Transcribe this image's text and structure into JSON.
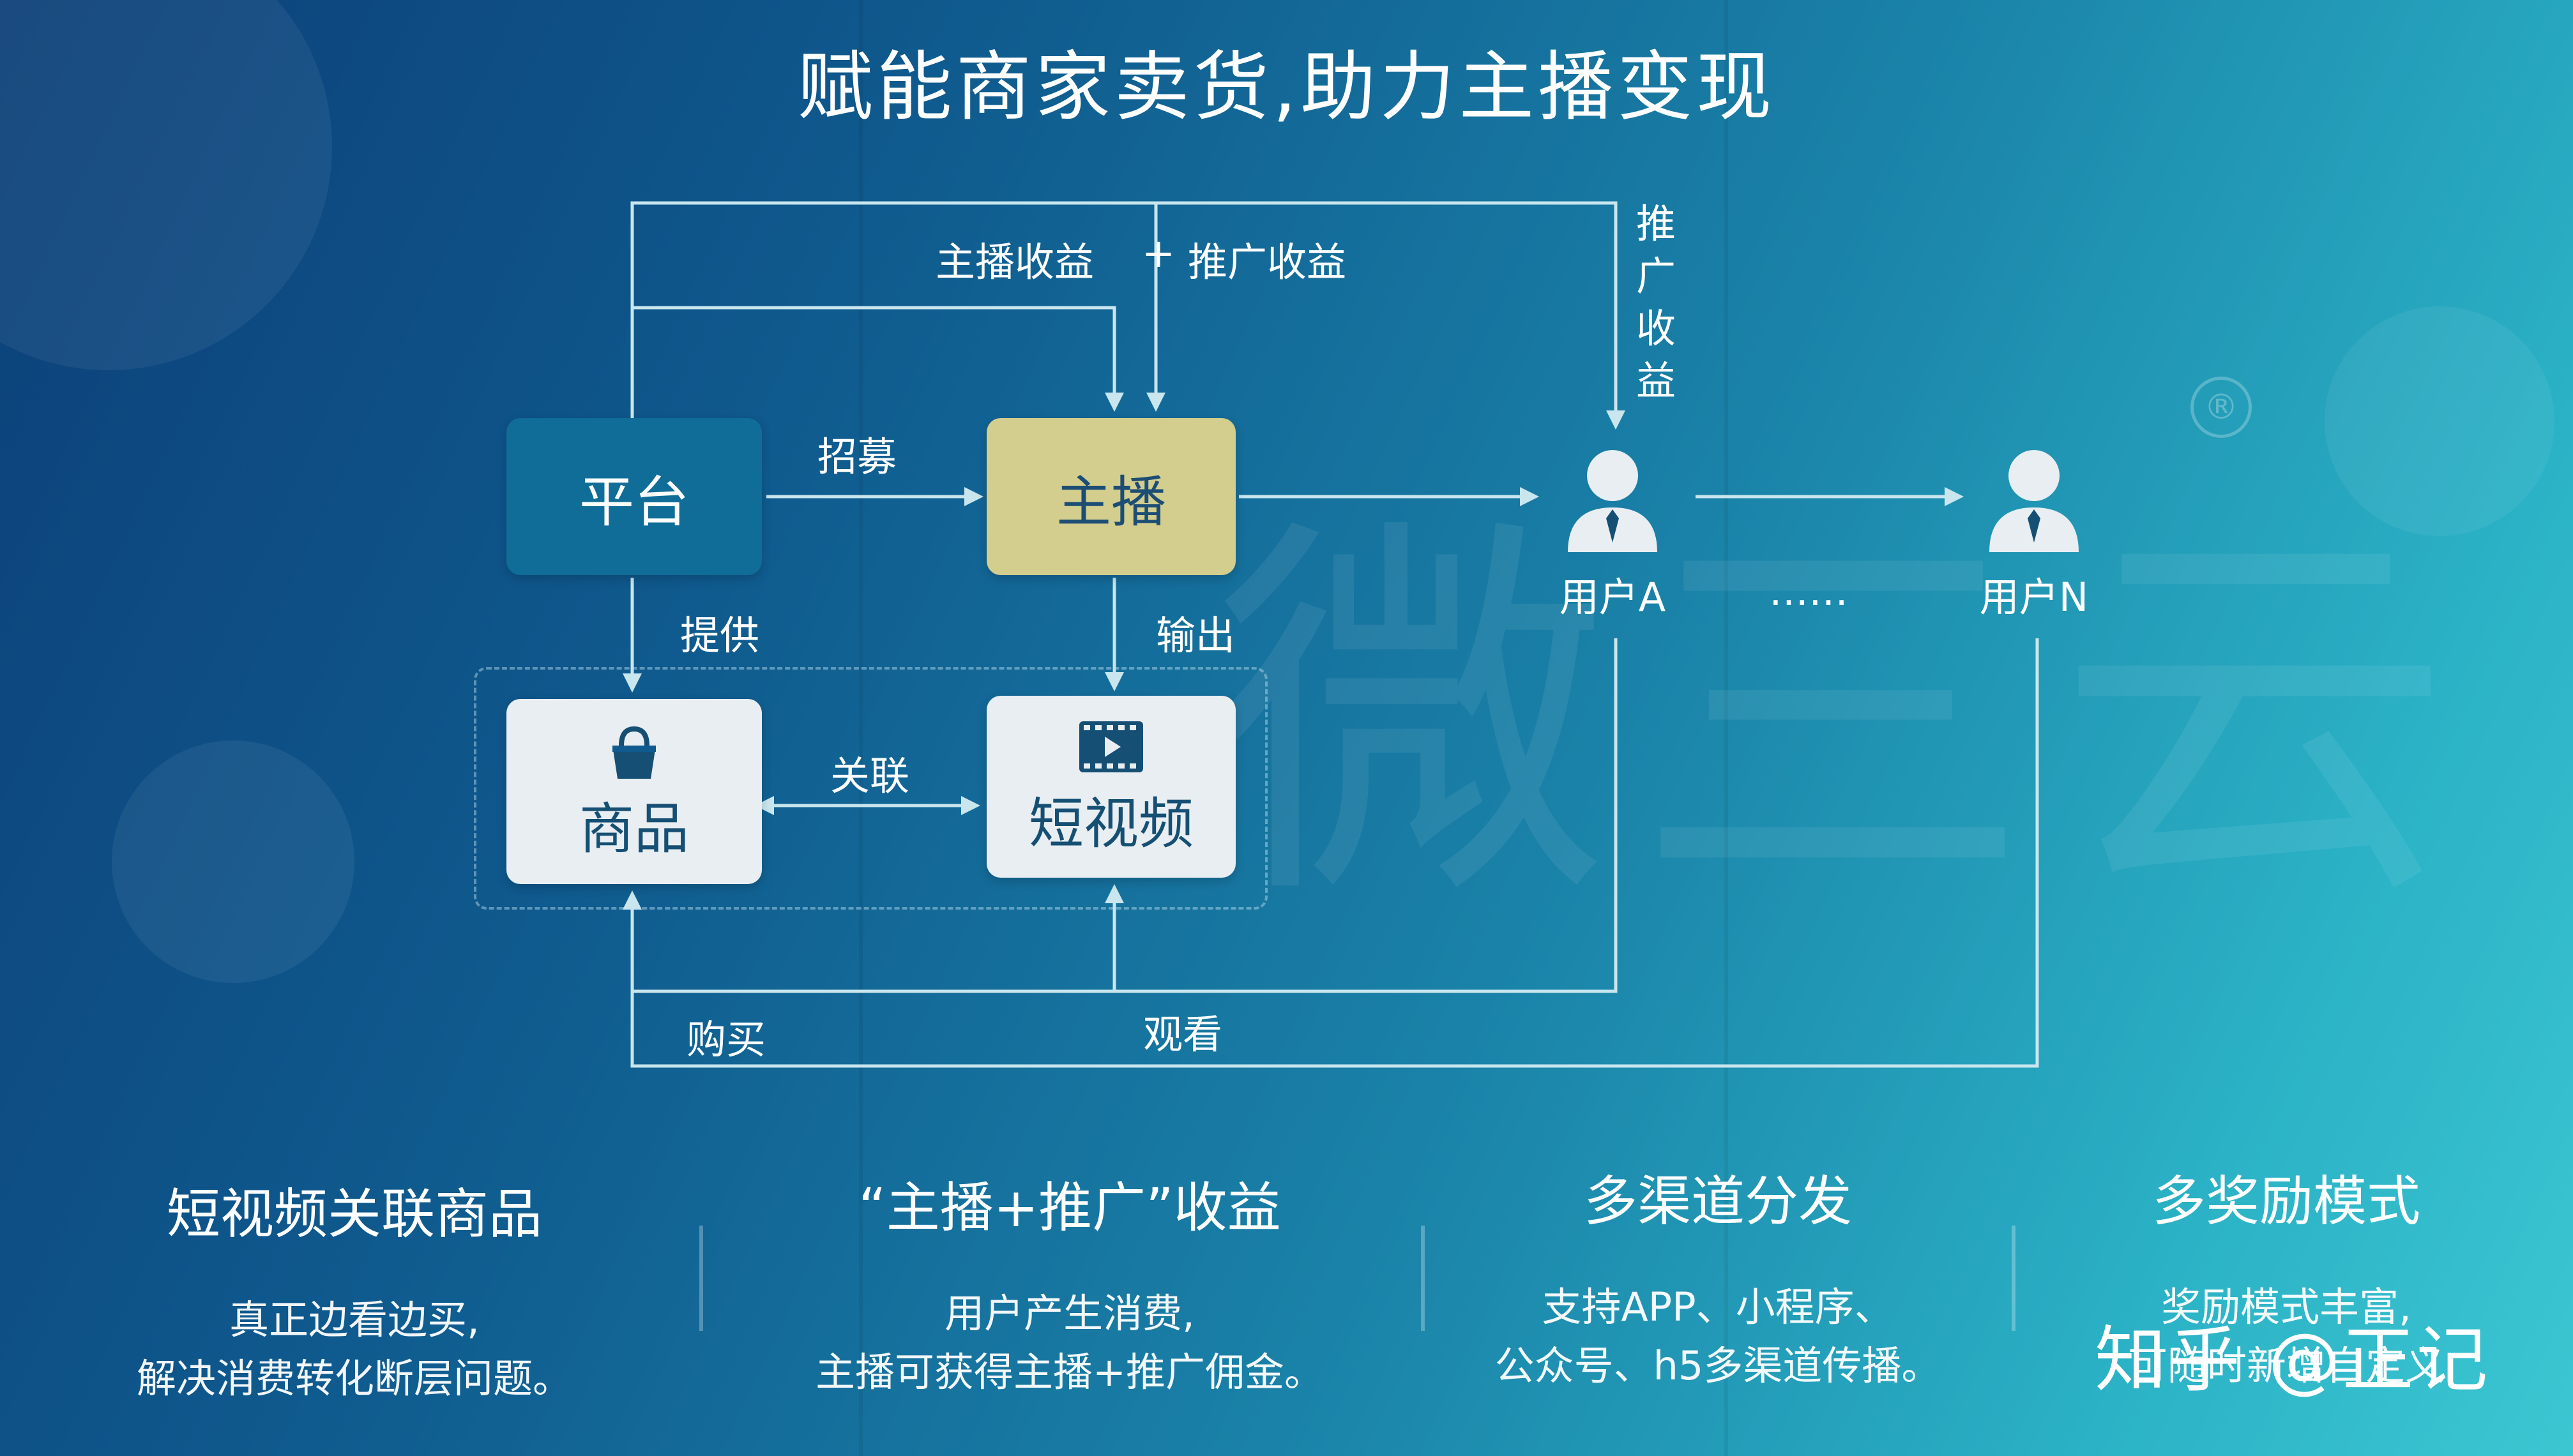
{
  "title": "赋能商家卖货,助力主播变现",
  "nodes": {
    "platform": "平台",
    "anchor": "主播",
    "goods": "商品",
    "video": "短视频",
    "user_a": "用户A",
    "user_n": "用户N",
    "ellipsis": "……"
  },
  "edges": {
    "recruit": "招募",
    "provide": "提供",
    "output": "输出",
    "associate": "关联",
    "buy": "购买",
    "watch": "观看",
    "anchor_income": "主播收益",
    "plus": "+",
    "promo_income": "推广收益",
    "promo_income_vertical": "推\n广\n收\n益"
  },
  "brand_watermark": "微三云",
  "registered_mark": "®",
  "features": [
    {
      "title": "短视频关联商品",
      "desc": "真正边看边买,\n解决消费转化断层问题。"
    },
    {
      "title": "“主播+推广”收益",
      "desc": "用户产生消费,\n主播可获得主播+推广佣金。"
    },
    {
      "title": "多渠道分发",
      "desc": "支持APP、小程序、\n公众号、h5多渠道传播。"
    },
    {
      "title": "多奖励模式",
      "desc": "奖励模式丰富,\n可随时新增自定义"
    }
  ],
  "watermark": "知乎 @正记",
  "colors": {
    "platform_box": "#0f6d98",
    "anchor_box": "#d3cd8e",
    "content_box": "#e8eef1",
    "line": "#c9e6ee",
    "text": "#ffffff"
  },
  "icons": [
    "shopping-bag-icon",
    "video-play-icon",
    "user-icon"
  ]
}
